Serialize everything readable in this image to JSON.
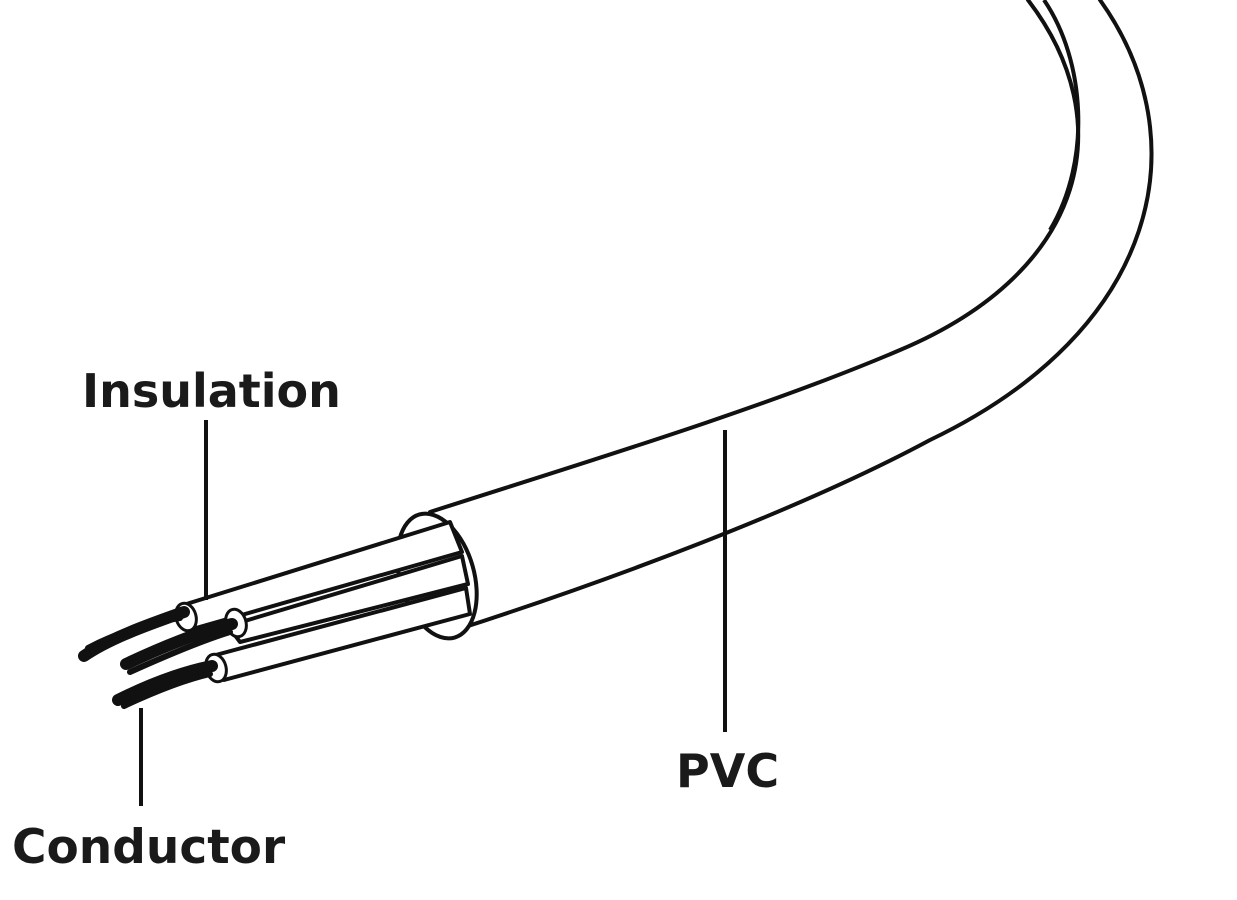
{
  "labels": {
    "insulation": "Insulation",
    "pvc": "PVC",
    "conductor": "Conductor"
  },
  "colors": {
    "background": "#ffffff",
    "stroke": "#111111"
  }
}
